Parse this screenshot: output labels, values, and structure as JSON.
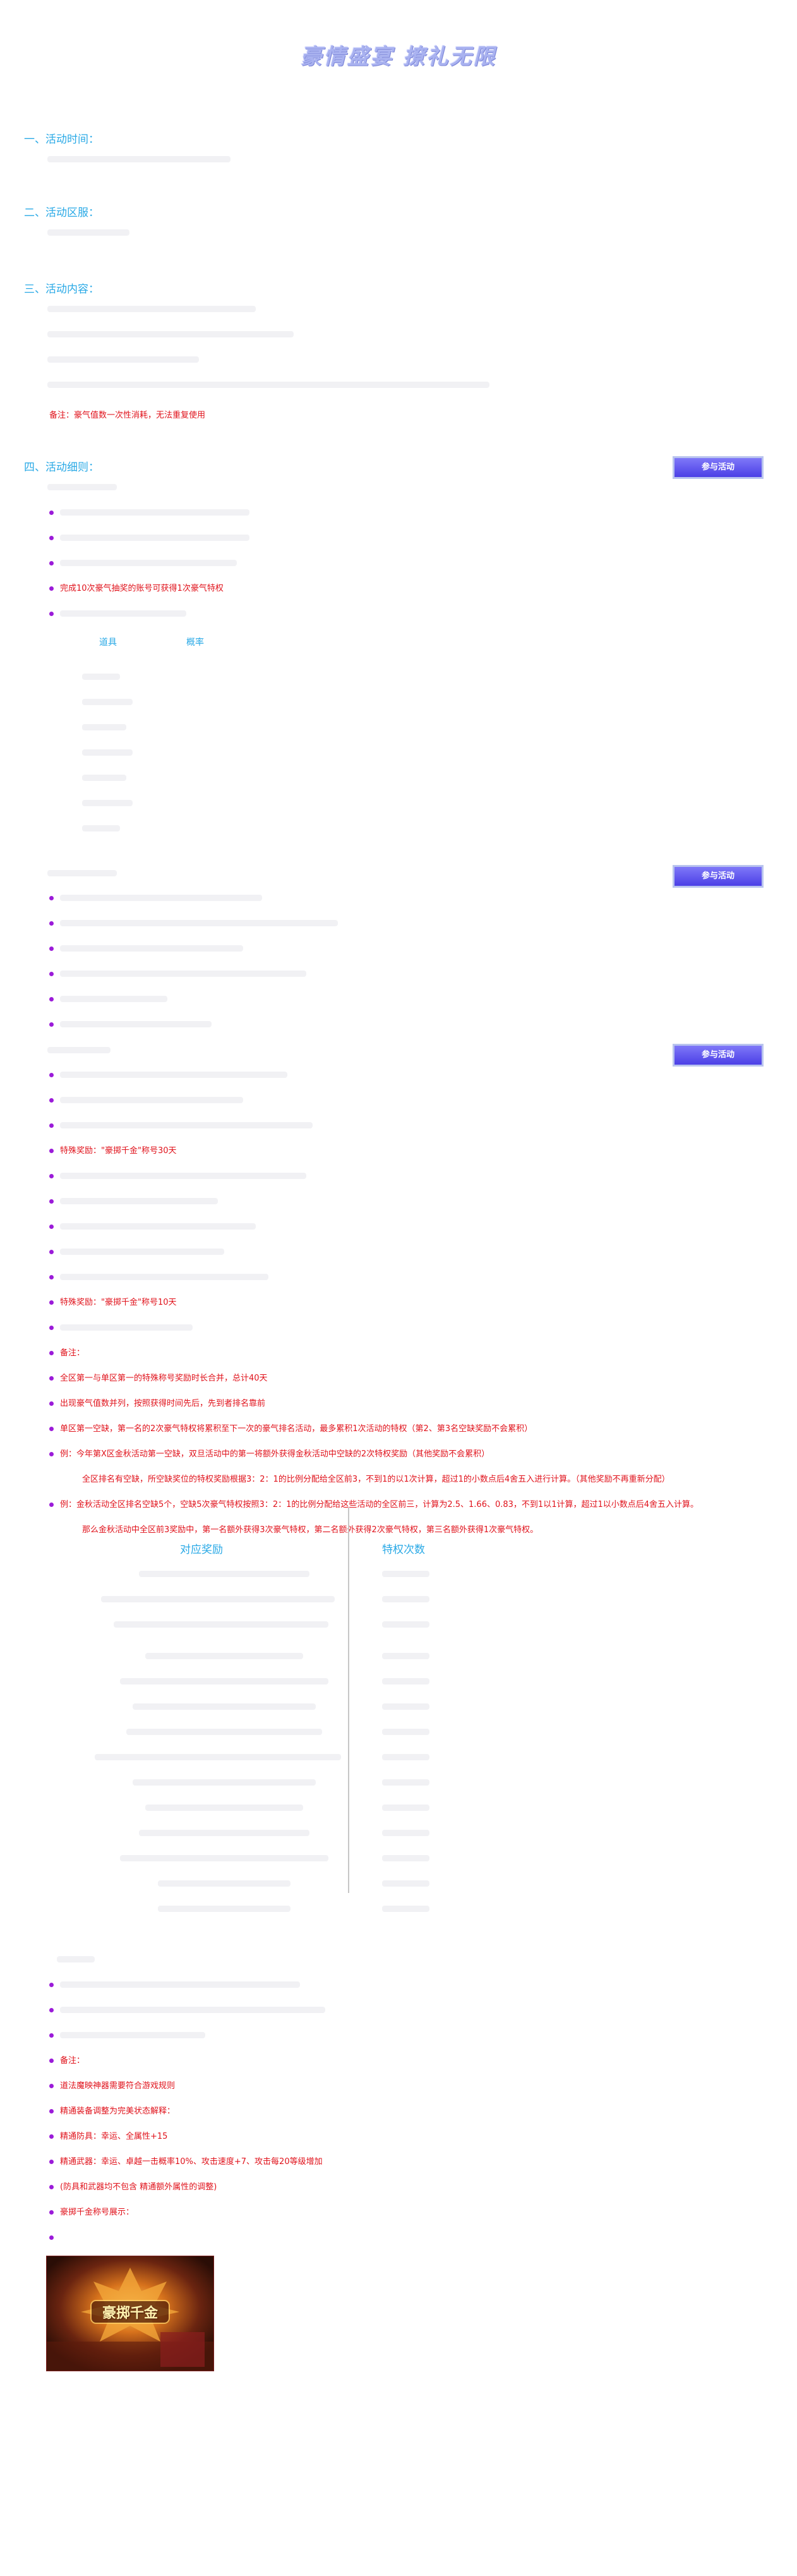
{
  "banner": {
    "title": "豪情盛宴 撩礼无限"
  },
  "sections": {
    "time": "一、活动时间：",
    "range": "二、活动区服：",
    "content": "三、活动内容：",
    "rules": "四、活动细则："
  },
  "notes": {
    "content_note": "备注：豪气值数一次性消耗，无法重复使用"
  },
  "buttons": {
    "join": "参与活动"
  },
  "rules": {
    "line_1": "完成10次豪气抽奖的账号可获得1次豪气特权",
    "special_30": "特殊奖励：\"豪掷千金\"称号30天",
    "special_10": "特殊奖励：\"豪掷千金\"称号10天",
    "note_label": "备注：",
    "note_1": "全区第一与单区第一的特殊称号奖励时长合并，总计40天",
    "note_2": "出现豪气值数并列，按照获得时间先后，先到者排名靠前",
    "note_3": "单区第一空缺，第一名的2次豪气特权将累积至下一次的豪气排名活动，最多累积1次活动的特权（第2、第3名空缺奖励不会累积）",
    "note_4": "例：今年第X区金秋活动第一空缺，双旦活动中的第一将额外获得金秋活动中空缺的2次特权奖励（其他奖励不会累积）",
    "note_5": "全区排名有空缺，所空缺奖位的特权奖励根据3：2：1的比例分配给全区前3，不到1的以1次计算，超过1的小数点后4舍五入进行计算。（其他奖励不再重新分配）",
    "note_6": "例：金秋活动全区排名空缺5个，空缺5次豪气特权按照3：2：1的比例分配给这些活动的全区前三，计算为2.5、1.66、0.83，不到1以1计算，超过1以小数点后4舍五入计算。",
    "note_7": "那么金秋活动中全区前3奖励中，第一名额外获得3次豪气特权，第二名额外获得2次豪气特权，第三名额外获得1次豪气特权。"
  },
  "prob_table": {
    "col_item": "道具",
    "col_prob": "概率"
  },
  "reward_table": {
    "col_reward": "对应奖励",
    "col_times": "特权次数"
  },
  "tail": {
    "note_label": "备注：",
    "line_1": "道法魔映神器需要符合游戏规则",
    "line_2": "精通装备调整为完美状态解释：",
    "line_3": "精通防具：幸运、全属性+15",
    "line_4": "精通武器：幸运、卓越一击概率10%、攻击速度+7、攻击每20等级增加",
    "line_5": "(防具和武器均不包含 精通额外属性的调整)",
    "line_6": "豪掷千金称号展示："
  },
  "thumbnail": {
    "label": "豪掷千金"
  },
  "colors": {
    "section_blue": "#29a9e6",
    "red": "#e0121b",
    "bullet_purple": "#9b1bd9",
    "button_blue": "#4b3fe6"
  }
}
